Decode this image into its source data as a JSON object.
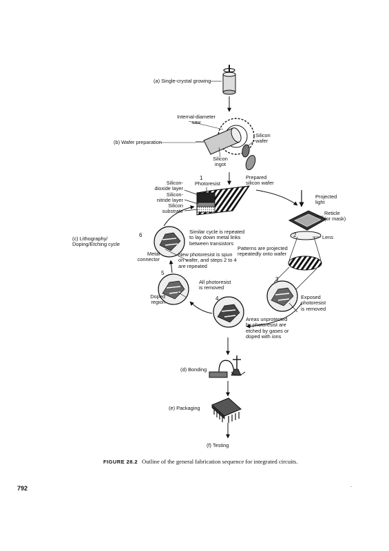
{
  "figure": {
    "stages": {
      "a": "(a) Single-crystal growing",
      "b": "(b) Wafer preparation",
      "c": "(c) Lithography/\nDoping/Etching cycle",
      "d": "(d) Bonding",
      "e": "(e) Packaging",
      "f": "(f) Testing"
    },
    "labels": {
      "saw": "Internal-diameter\nsaw",
      "wafer": "Silicon\nwafer",
      "ingot": "Silicon\ningot",
      "photoresist": "Photoresist",
      "layers": "Silicon-\ndioxide layer\nSilicon-\nnitride layer\nSilicon\nsubstrate",
      "prepared": "Prepared\nsilicon wafer",
      "projected": "Projected\nlight",
      "reticle": "Reticle\n(or mask)",
      "lens": "Lens",
      "similar": "Similar cycle is repeated\nto lay down metal links\nbetween transistors",
      "patterns": "Patterns are projected\nrepeatedly onto wafer",
      "metal": "Metal\nconnector",
      "newphoto": "New photoresist is spun\non wafer, and steps 2 to 4\nare repeated",
      "removed": "All photoresist\nis removed",
      "doped": "Doped\nregion",
      "exposed": "Exposed\nphotoresist\nis removed",
      "areas": "Areas unprotected\nby photoresist are\netched by gases or\ndoped with ions"
    },
    "steps": [
      "1",
      "2",
      "3",
      "4",
      "5",
      "6"
    ]
  },
  "caption": {
    "label": "FIGURE 28.2",
    "text": "Outline of the general fabrication sequence for integrated circuits."
  },
  "page_number": "792",
  "footer_mark": "."
}
